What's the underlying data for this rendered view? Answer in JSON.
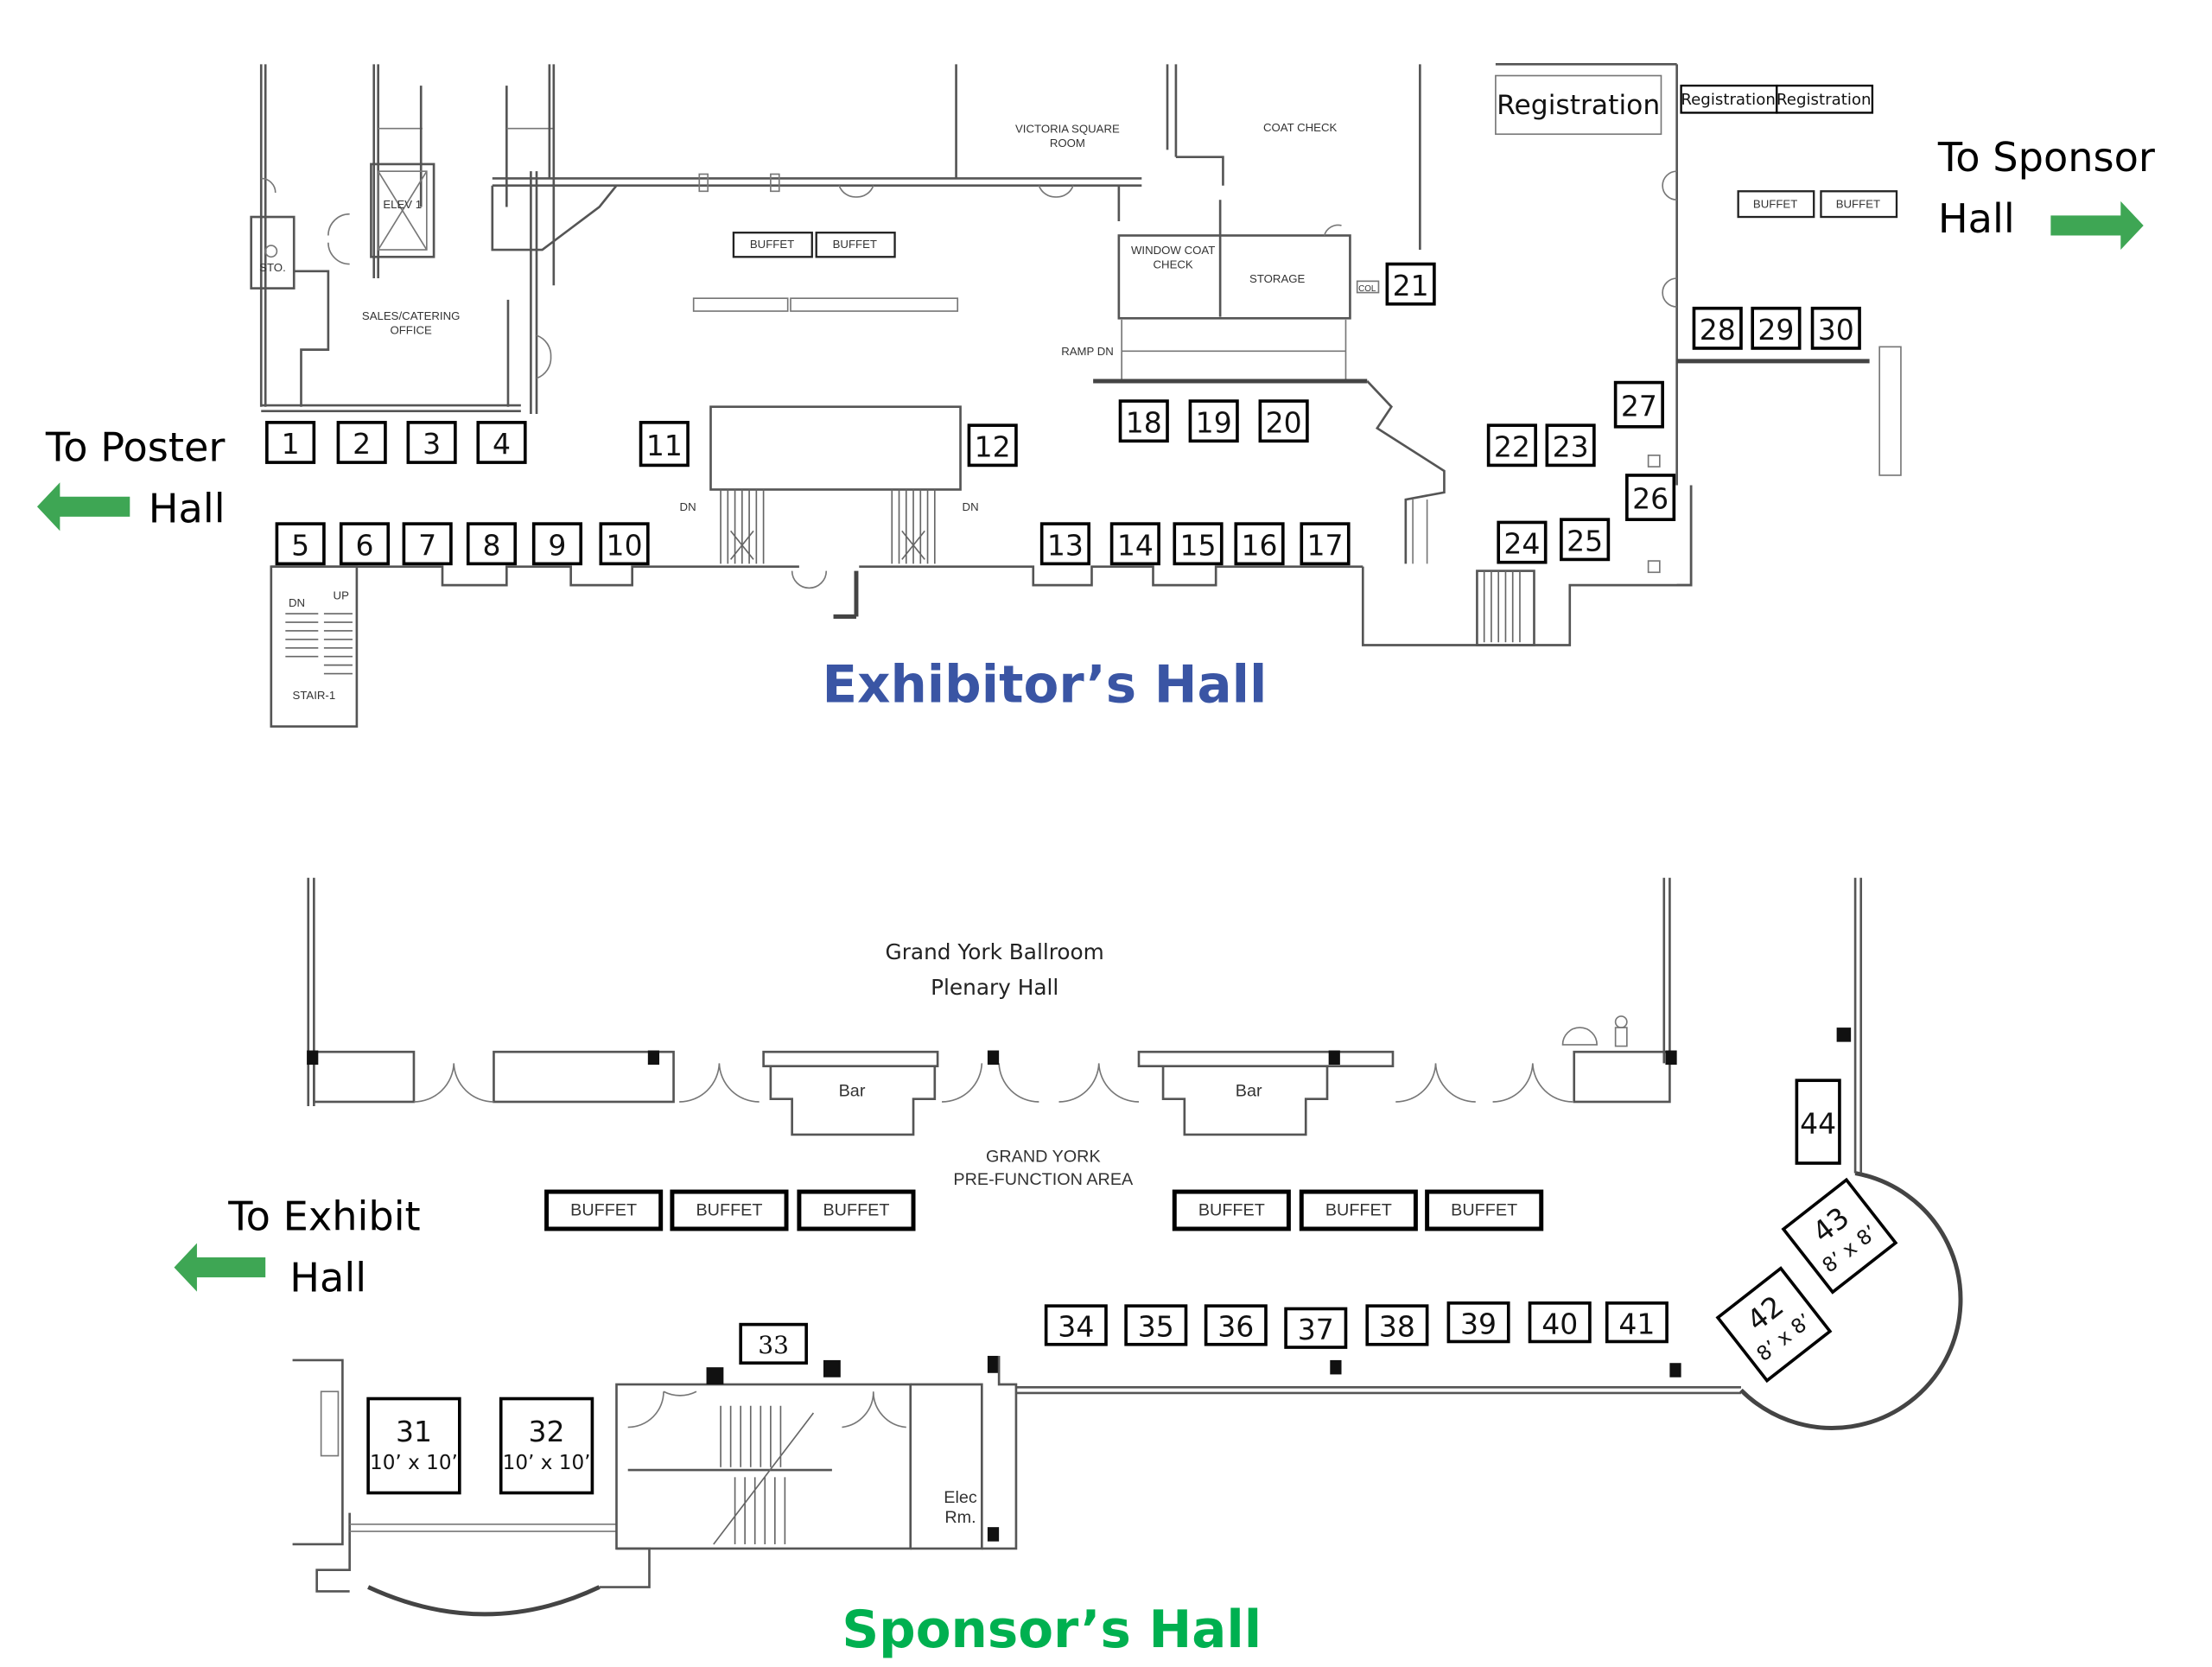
{
  "colors": {
    "exhibitor_title": "#3a55a4",
    "sponsor_title": "#00b050",
    "arrow": "#3ea654"
  },
  "exhibitor_hall": {
    "title": "Exhibitor’s Hall",
    "nav": {
      "to_poster": {
        "line1": "To Poster",
        "line2": "Hall",
        "icon": "arrow-left-icon"
      },
      "to_sponsor": {
        "line1": "To Sponsor",
        "line2": "Hall",
        "icon": "arrow-right-icon"
      }
    },
    "rooms": {
      "victoria_square_1": "VICTORIA SQUARE",
      "victoria_square_2": "ROOM",
      "coat_check": "COAT CHECK",
      "window_coat_check_1": "WINDOW COAT",
      "window_coat_check_2": "CHECK",
      "storage": "STORAGE",
      "ramp": "RAMP DN",
      "elevator": "ELEV 1",
      "sto": "STO.",
      "sales_1": "SALES/CATERING",
      "sales_2": "OFFICE",
      "stair": "STAIR-1",
      "dn": "DN",
      "up": "UP",
      "col": "COL"
    },
    "registration": [
      "Registration",
      "Registration",
      "Registration"
    ],
    "buffets": [
      "BUFFET",
      "BUFFET",
      "BUFFET",
      "BUFFET"
    ],
    "booths": [
      "1",
      "2",
      "3",
      "4",
      "5",
      "6",
      "7",
      "8",
      "9",
      "10",
      "11",
      "12",
      "13",
      "14",
      "15",
      "16",
      "17",
      "18",
      "19",
      "20",
      "21",
      "22",
      "23",
      "24",
      "25",
      "26",
      "27",
      "28",
      "29",
      "30"
    ]
  },
  "sponsor_hall": {
    "title": "Sponsor’s Hall",
    "nav": {
      "to_exhibit": {
        "line1": "To Exhibit",
        "line2": "Hall",
        "icon": "arrow-left-icon"
      }
    },
    "rooms": {
      "ballroom_1": "Grand York Ballroom",
      "ballroom_2": "Plenary Hall",
      "prefunction_1": "GRAND YORK",
      "prefunction_2": "PRE-FUNCTION AREA",
      "bar": "Bar",
      "elec_1": "Elec",
      "elec_2": "Rm."
    },
    "buffets": [
      "BUFFET",
      "BUFFET",
      "BUFFET",
      "BUFFET",
      "BUFFET",
      "BUFFET"
    ],
    "booths": [
      {
        "number": "31",
        "size": "10’ x 10’"
      },
      {
        "number": "32",
        "size": "10’ x 10’"
      },
      {
        "number": "33",
        "size": ""
      },
      {
        "number": "34",
        "size": ""
      },
      {
        "number": "35",
        "size": ""
      },
      {
        "number": "36",
        "size": ""
      },
      {
        "number": "37",
        "size": ""
      },
      {
        "number": "38",
        "size": ""
      },
      {
        "number": "39",
        "size": ""
      },
      {
        "number": "40",
        "size": ""
      },
      {
        "number": "41",
        "size": ""
      },
      {
        "number": "42",
        "size": "8’ x 8’"
      },
      {
        "number": "43",
        "size": "8’ x 8’"
      },
      {
        "number": "44",
        "size": ""
      }
    ]
  }
}
